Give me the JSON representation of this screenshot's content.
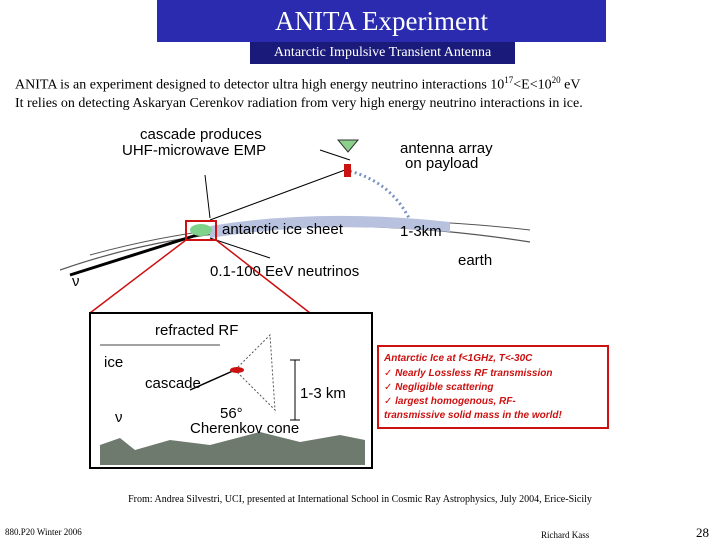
{
  "slide": {
    "title": "ANITA Experiment",
    "subtitle": "Antarctic Impulsive Transient Antenna",
    "intro_line1_a": "ANITA is an experiment designed to detector ultra high energy neutrino interactions 10",
    "intro_exp1": "17",
    "intro_mid": "<E<10",
    "intro_exp2": "20",
    "intro_end": " eV",
    "intro_line2": "It relies on detecting Askaryan Cerenkov radiation from very high energy neutrino interactions in ice."
  },
  "figure_top": {
    "cascade_line1": "cascade produces",
    "cascade_line2": "UHF-microwave EMP",
    "antenna_line1": "antenna array",
    "antenna_line2": "on payload",
    "ice_sheet": "antarctic ice sheet",
    "depth": "1-3km",
    "earth": "earth",
    "neutrinos": "0.1-100 EeV neutrinos",
    "nu": "ν"
  },
  "figure_inset": {
    "refracted": "refracted RF",
    "ice": "ice",
    "cascade": "cascade",
    "depth": "1-3 km",
    "nu": "ν",
    "angle": "56°",
    "cherenkov": "Cherenkov cone"
  },
  "ice_box": {
    "heading": "Antarctic Ice at f<1GHz, T<-30C",
    "items": [
      "✓ Nearly Lossless RF transmission",
      "✓ Negligible scattering",
      "✓ largest homogenous, RF-",
      "transmissive solid mass in the world!"
    ]
  },
  "footer": {
    "source": "From: Andrea Silvestri, UCI, presented at International School in Cosmic Ray Astrophysics, July 2004, Erice-Sicily",
    "course": "880.P20 Winter 2006",
    "author": "Richard Kass",
    "page": "28"
  },
  "colors": {
    "title_bg": "#2b2bb0",
    "subtitle_bg": "#1a1a7a",
    "accent_red": "#cc1111"
  }
}
